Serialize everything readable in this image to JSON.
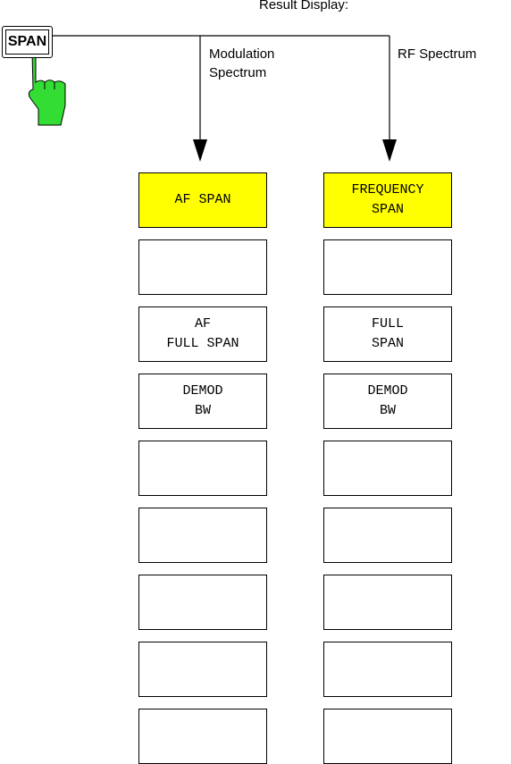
{
  "hardkey": {
    "label": "SPAN",
    "icon": "pointing-hand-icon",
    "hand_color": "#33dd33"
  },
  "header": {
    "result_display": "Result Display:"
  },
  "branches": [
    {
      "label_lines": [
        "Modulation",
        "Spectrum"
      ]
    },
    {
      "label_lines": [
        "RF Spectrum"
      ]
    }
  ],
  "colors": {
    "highlight": "#ffff00"
  },
  "columns": [
    {
      "softkeys": [
        {
          "lines": [
            "AF SPAN"
          ],
          "highlight": true
        },
        {
          "lines": []
        },
        {
          "lines": [
            "AF",
            "FULL SPAN"
          ]
        },
        {
          "lines": [
            "DEMOD",
            "BW"
          ]
        },
        {
          "lines": []
        },
        {
          "lines": []
        },
        {
          "lines": []
        },
        {
          "lines": []
        },
        {
          "lines": []
        }
      ]
    },
    {
      "softkeys": [
        {
          "lines": [
            "FREQUENCY",
            "SPAN"
          ],
          "highlight": true
        },
        {
          "lines": []
        },
        {
          "lines": [
            "FULL",
            "SPAN"
          ]
        },
        {
          "lines": [
            "DEMOD",
            "BW"
          ]
        },
        {
          "lines": []
        },
        {
          "lines": []
        },
        {
          "lines": []
        },
        {
          "lines": []
        },
        {
          "lines": []
        }
      ]
    }
  ]
}
